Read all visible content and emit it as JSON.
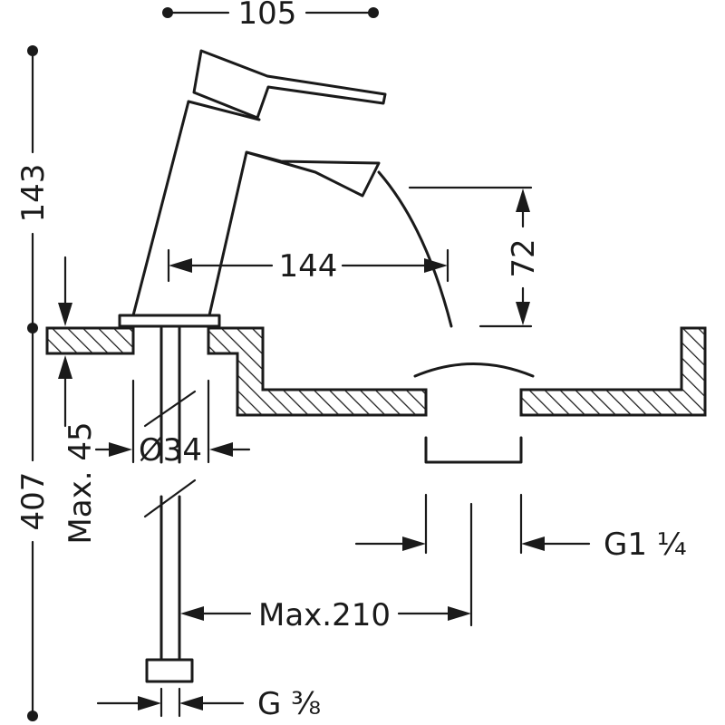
{
  "dimensions": {
    "top_width": "105",
    "height_upper": "143",
    "total_height": "407",
    "deck_thickness": "Max. 45",
    "hole_diameter": "Ø34",
    "spout_reach": "144",
    "spout_height": "72",
    "waste_thread": "G1 ¼",
    "hose_length": "Max.210",
    "hose_thread": "G ⅜"
  }
}
